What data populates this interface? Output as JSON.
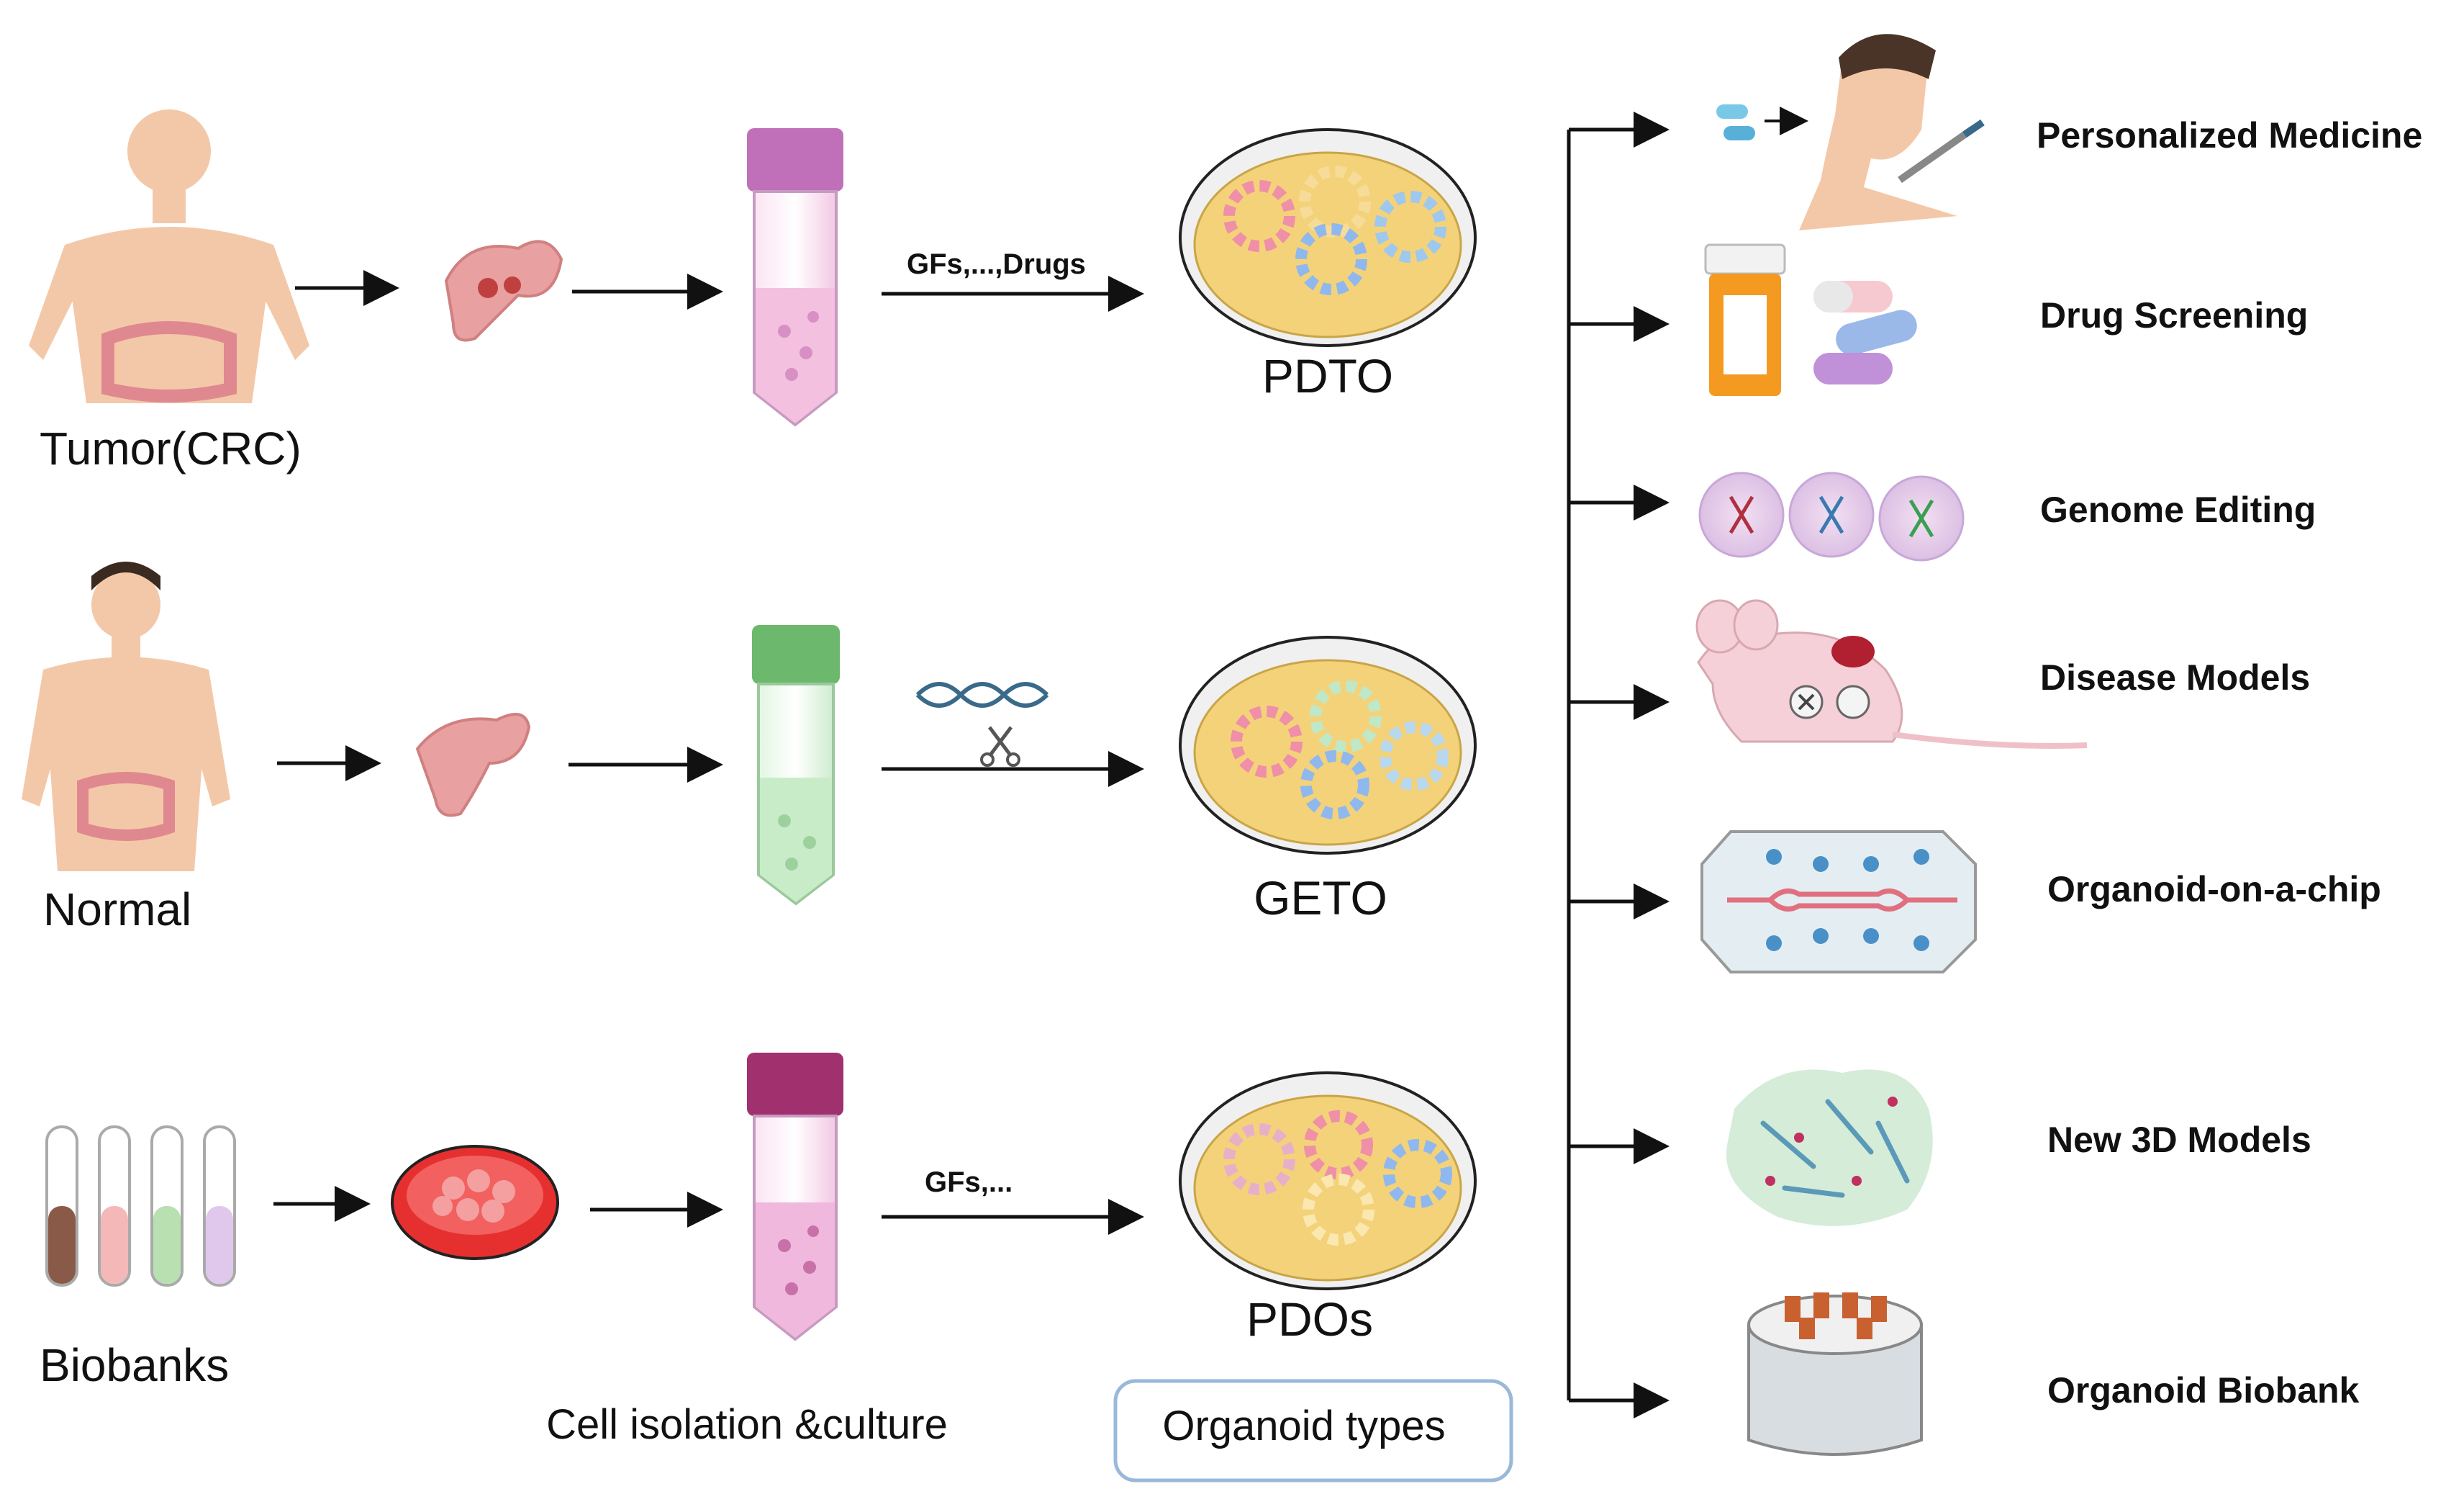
{
  "sources": [
    {
      "label": "Tumor(CRC)"
    },
    {
      "label": "Normal"
    },
    {
      "label": "Biobanks"
    }
  ],
  "arrow_labels": {
    "row1": "GFs,...,Drugs",
    "row3": "GFs,..."
  },
  "organoid_types": [
    "PDTO",
    "GETO",
    "PDOs"
  ],
  "captions": {
    "isolation": "Cell isolation &culture",
    "organoid_types_box": "Organoid types"
  },
  "applications": [
    {
      "label": "Personalized Medicine",
      "icon": "patient-medicine-icon"
    },
    {
      "label": "Drug Screening",
      "icon": "pill-bottle-icon"
    },
    {
      "label": "Genome Editing",
      "icon": "crispr-cells-icon"
    },
    {
      "label": "Disease Models",
      "icon": "mouse-icon"
    },
    {
      "label": "Organoid-on-a-chip",
      "icon": "microfluidic-chip-icon"
    },
    {
      "label": "New 3D Models",
      "icon": "matrix-3d-icon"
    },
    {
      "label": "Organoid Biobank",
      "icon": "biobank-container-icon"
    }
  ],
  "colors": {
    "tube_pink_cap": "#c070b8",
    "tube_green_cap": "#6cb86c",
    "tube_magenta_cap": "#a0306e",
    "dish_medium": "#f4d27a",
    "skin": "#f3c8a8",
    "arrow": "#111111"
  }
}
